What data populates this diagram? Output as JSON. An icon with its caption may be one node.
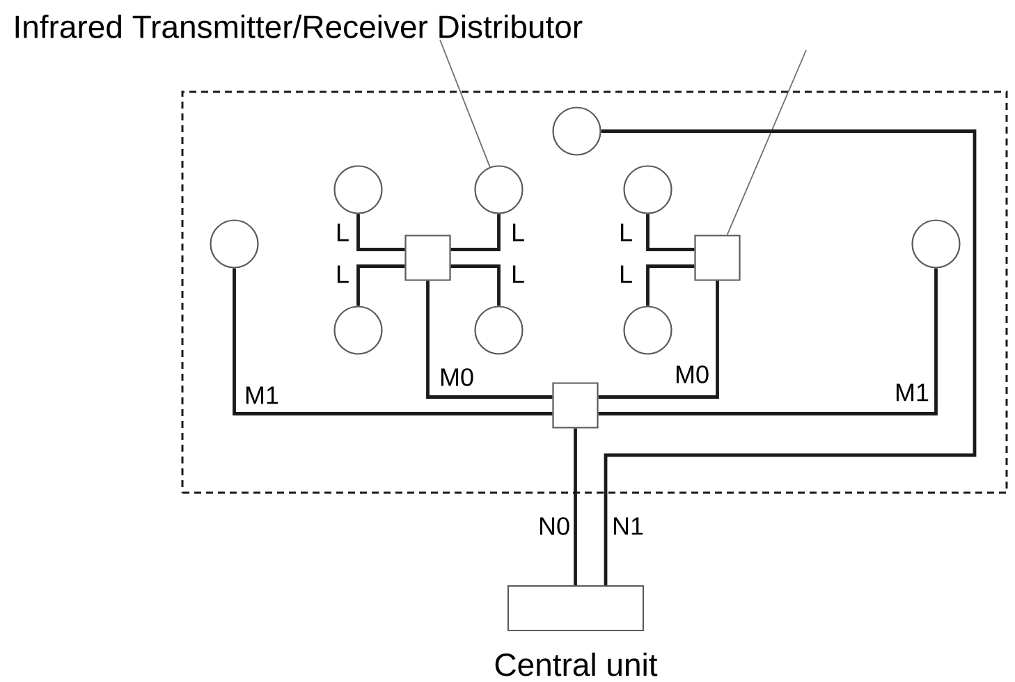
{
  "diagram": {
    "nodes": [
      {
        "text": [
          "Infrared Transmitter/Receiver Distributor"
        ]
      },
      {
        "text": [],
        "shape": "box"
      },
      {
        "text": [],
        "shape": "circle",
        "in": 1
      },
      {
        "text": [],
        "shape": "circle",
        "in": 1
      },
      {
        "text": [],
        "shape": "circle",
        "in": 1
      },
      {
        "text": [],
        "shape": "circle",
        "in": 1
      },
      {
        "text": [],
        "shape": "circle",
        "in": 1
      },
      {
        "text": [],
        "shape": "box",
        "in": 1
      },
      {
        "text": [],
        "shape": "box",
        "in": 1
      },
      {
        "text": [],
        "shape": "circle",
        "in": 1
      },
      {
        "text": [],
        "shape": "circle",
        "in": 1
      },
      {
        "text": [],
        "shape": "circle",
        "in": 1
      },
      {
        "text": [],
        "shape": "circle",
        "in": 1
      },
      {
        "text": [],
        "shape": "box",
        "in": 1
      },
      {
        "text": [
          "Central unit"
        ]
      }
    ],
    "edges": [
      {
        "from": 0,
        "to": 4,
        "arrow": "none",
        "color": "#6e6e6e"
      },
      {
        "from": null,
        "to": 8,
        "arrow": "none",
        "color": "#6e6e6e"
      },
      {
        "from": 3,
        "to": 7,
        "arrow": "none",
        "label": "L"
      },
      {
        "from": 4,
        "to": 7,
        "arrow": "none",
        "label": "L"
      },
      {
        "from": 10,
        "to": 7,
        "arrow": "none",
        "label": "L"
      },
      {
        "from": 11,
        "to": 7,
        "arrow": "none",
        "label": "L"
      },
      {
        "from": 5,
        "to": 8,
        "arrow": "none",
        "label": "L"
      },
      {
        "from": 12,
        "to": 8,
        "arrow": "none",
        "label": "L"
      },
      {
        "from": 6,
        "to": 13,
        "arrow": "none",
        "label": "M1"
      },
      {
        "from": 7,
        "to": 13,
        "arrow": "none",
        "label": "M0"
      },
      {
        "from": 8,
        "to": 13,
        "arrow": "none",
        "label": "M0"
      },
      {
        "from": 9,
        "to": 13,
        "arrow": "none",
        "label": "M1"
      },
      {
        "from": 13,
        "to": 14,
        "arrow": "none",
        "label": "N0"
      },
      {
        "from": 2,
        "to": 14,
        "arrow": "none",
        "label": "N1"
      }
    ]
  }
}
